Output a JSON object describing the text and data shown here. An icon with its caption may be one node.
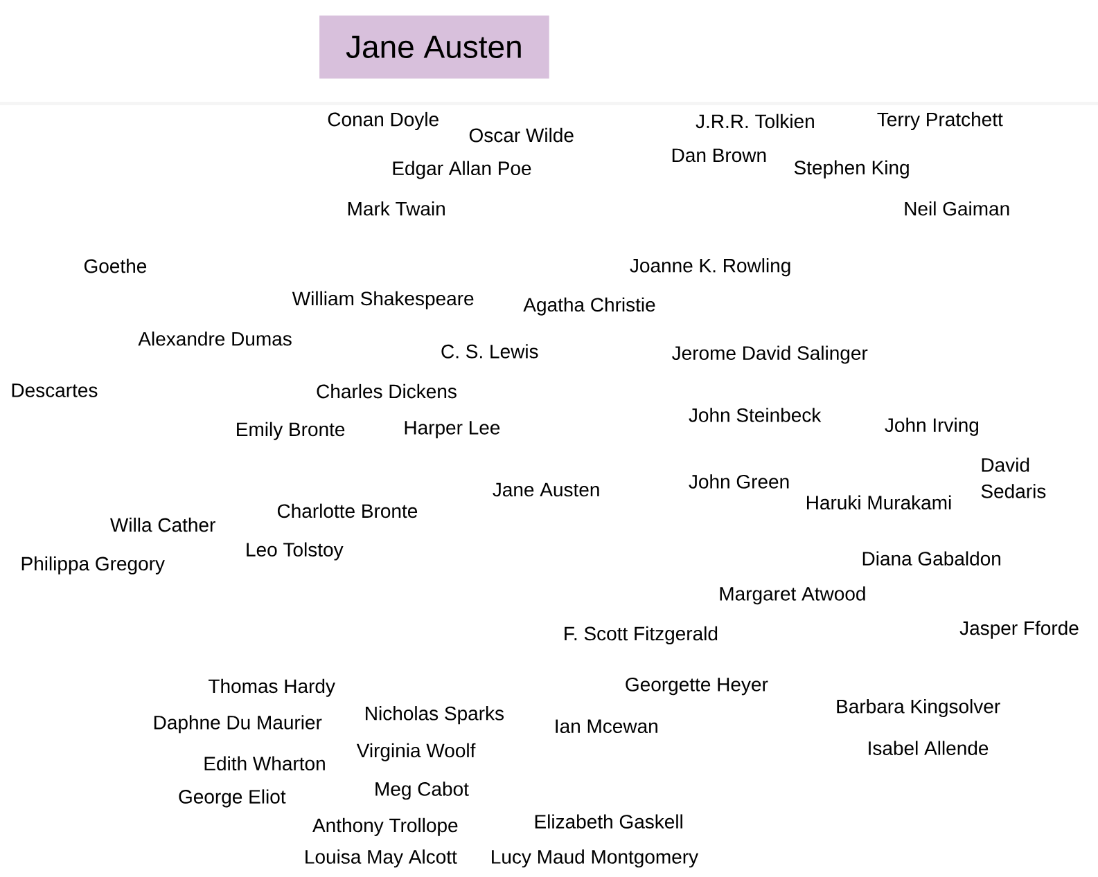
{
  "diagram": {
    "nodes": [
      {
        "text": [
          "Jane Austen"
        ]
      }
    ],
    "labels": [
      "Conan Doyle",
      "J.R.R. Tolkien",
      "Terry Pratchett",
      "Oscar Wilde",
      "Dan Brown",
      "Stephen King",
      "Edgar Allan Poe",
      "Mark Twain",
      "Neil Gaiman",
      "Goethe",
      "Joanne K. Rowling",
      "William Shakespeare",
      "Agatha Christie",
      "Alexandre Dumas",
      "C. S. Lewis",
      "Jerome David Salinger",
      "Descartes",
      "Charles Dickens",
      "John Steinbeck",
      "Harper Lee",
      "John Irving",
      "Emily Bronte",
      "David Sedaris",
      "John Green",
      "Jane Austen",
      "Haruki Murakami",
      "Charlotte Bronte",
      "Willa Cather",
      "Leo Tolstoy",
      "Diana Gabaldon",
      "Philippa Gregory",
      "Margaret Atwood",
      "Jasper Fforde",
      "F. Scott Fitzgerald",
      "Georgette Heyer",
      "Thomas Hardy",
      "Barbara Kingsolver",
      "Nicholas Sparks",
      "Daphne Du Maurier",
      "Ian Mcewan",
      "Isabel Allende",
      "Virginia Woolf",
      "Edith Wharton",
      "Meg Cabot",
      "George Eliot",
      "Elizabeth Gaskell",
      "Anthony Trollope",
      "Louisa May Alcott",
      "Lucy Maud Montgomery"
    ]
  }
}
